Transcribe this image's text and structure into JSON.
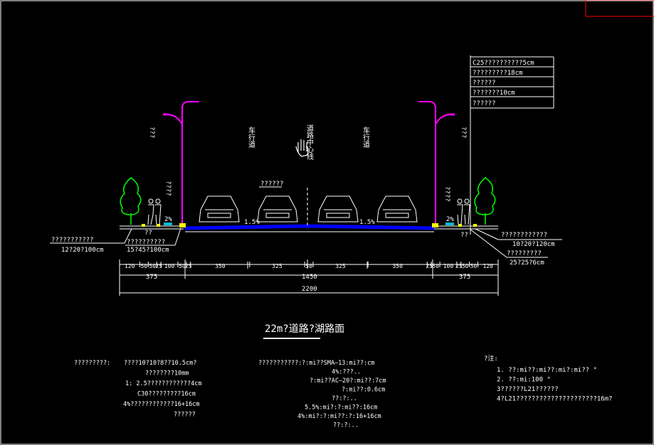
{
  "colors": {
    "background": "#000000",
    "line": "#ffffff",
    "pole": "#ff00ff",
    "tree": "#00ff00",
    "pavement": "#0000ff",
    "curb": "#ffff00",
    "frame": "#ff0000",
    "inlet": "#00bcd4"
  },
  "title": "22m?道路?湖路面",
  "layers_table": [
    "C25??????????5cm",
    "?????????18cm",
    "??????",
    "???????10cm",
    "??????"
  ],
  "labels": {
    "lane_left": "车行道",
    "lane_right": "车行道",
    "median": "道路中心线",
    "walk_left_top": "???",
    "walk_right_top": "???",
    "walk_left_mid": "????",
    "walk_right_mid": "????",
    "median_note": "??????",
    "grade_left_walk": "2%",
    "grade_right_walk": "2%",
    "grade_left_lane": "1.5%",
    "grade_right_lane": "1.5%",
    "curb_left_q": "??",
    "curb_right_q": "??"
  },
  "annotations_left": {
    "a1": "???????????",
    "a2": "12?20?100cm",
    "a3": "??????????",
    "a4": "15?45?100cm"
  },
  "annotations_right": {
    "a1": "????????????",
    "a2": "10?20?120cm",
    "a3": "?????????",
    "a4": "25?25?6cm"
  },
  "dims_row1": [
    "120",
    "50",
    "50",
    "25",
    "100",
    "50",
    "25",
    "350",
    "325",
    "50",
    "325",
    "350",
    "25",
    "50",
    "100",
    "25",
    "50",
    "50",
    "120"
  ],
  "dims_row2": [
    "375",
    "1450",
    "375"
  ],
  "dims_row3": "2200",
  "notes_left": {
    "label": "?????????:",
    "lines": [
      "????10?10?8??10.5cm?",
      "????????10mm",
      "1: 2.5????????????4cm",
      "C30?????????16cm",
      "4%????????????16+16cm",
      "??????"
    ]
  },
  "notes_mid": {
    "label": "???????????:",
    "lines": [
      "?:mi??SMA—13:mi??:cm",
      "4%:???..",
      "?:mi??AC—20?:mi??:7cm",
      "?:mi??:0.6cm",
      "??:?:..",
      "5.5%:mi?:?:mi??:16cm",
      "4%:mi?:?:mi??:?:16+16cm",
      "??:?:.."
    ]
  },
  "notes_right": {
    "label": "?注:",
    "lines": [
      "1. ??:mi??:mi??:mi?:mi?? °",
      "2. ??:mi:100 °",
      "3??????L21??????",
      "4?L21?????????????????????16m?"
    ]
  }
}
